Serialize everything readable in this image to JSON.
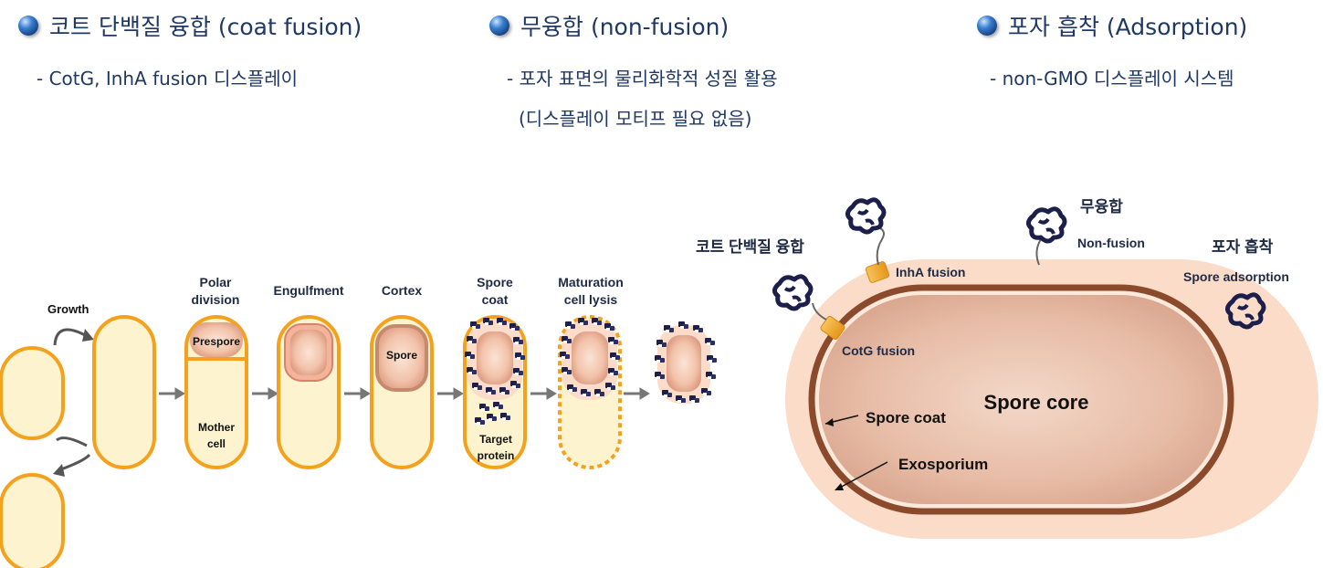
{
  "headers": [
    {
      "title": "코트 단백질 융합 (coat fusion)",
      "lines": [
        "- CotG, InhA fusion 디스플레이"
      ]
    },
    {
      "title": "무융합 (non-fusion)",
      "lines": [
        "- 포자 표면의 물리화학적 성질 활용",
        "(디스플레이 모티프 필요 없음)"
      ]
    },
    {
      "title": "포자 흡착 (Adsorption)",
      "lines": [
        "- non-GMO 디스플레이 시스템"
      ]
    }
  ],
  "lifecycle": {
    "growth": "Growth",
    "stages": {
      "polar_division": [
        "Polar",
        "division"
      ],
      "engulfment": "Engulfment",
      "cortex": "Cortex",
      "spore_coat": [
        "Spore",
        "coat"
      ],
      "maturation": [
        "Maturation",
        "cell lysis"
      ]
    },
    "inner_labels": {
      "prespore": "Prespore",
      "mother_cell": [
        "Mother",
        "cell"
      ],
      "spore": "Spore",
      "target_protein": [
        "Target",
        "protein"
      ]
    }
  },
  "spore_diagram": {
    "core": "Spore core",
    "coat": "Spore coat",
    "exosporium": "Exosporium",
    "coat_fusion_kr": "코트 단백질 융합",
    "non_fusion_kr": "무융합",
    "adsorption_kr": "포자 흡착",
    "inha": "InhA fusion",
    "cotg": "CotG fusion",
    "non_fusion": "Non-fusion",
    "spore_adsorption": "Spore adsorption"
  },
  "colors": {
    "orange": "#f4a11d",
    "cell_fill": "#fdf3cf",
    "spore_brown": "#a0522d",
    "navy": "#1c1f4a",
    "heading": "#1f3864"
  }
}
